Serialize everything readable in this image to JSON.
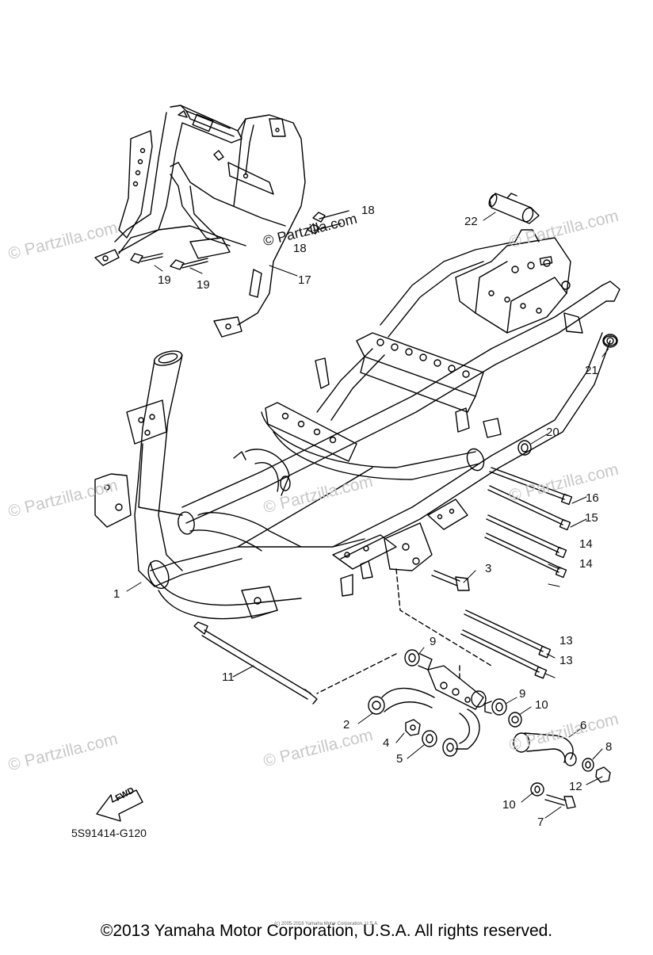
{
  "diagram": {
    "part_code": "5S91414-G120",
    "fwd_label": "FWD",
    "copyright": "©2013 Yamaha Motor Corporation, U.S.A. All rights reserved.",
    "fine_print": "(c) 2005-2016 Yamaha Motor Corporation, U.S.A.",
    "watermark": "© Partzilla.com",
    "callouts": [
      "1",
      "2",
      "3",
      "4",
      "5",
      "6",
      "7",
      "8",
      "9",
      "9",
      "10",
      "10",
      "11",
      "12",
      "13",
      "13",
      "14",
      "14",
      "15",
      "16",
      "17",
      "18",
      "18",
      "19",
      "19",
      "20",
      "21",
      "22"
    ]
  }
}
